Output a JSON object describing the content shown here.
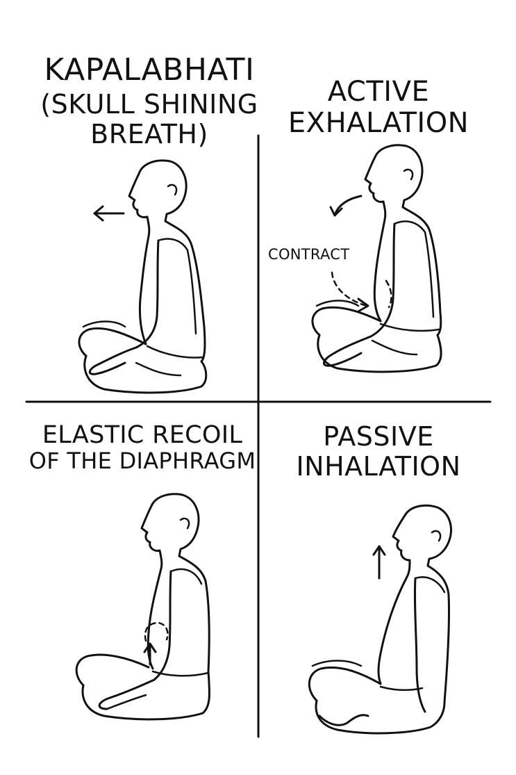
{
  "panels": {
    "top_left": {
      "title_lines": [
        "KAPALABHATI",
        "(SKULL SHINING",
        "BREATH)"
      ]
    },
    "top_right": {
      "title_lines": [
        "ACTIVE",
        "EXHALATION"
      ],
      "annotation": "CONTRACT"
    },
    "bottom_left": {
      "title_lines": [
        "ELASTIC RECOIL",
        "OF THE DIAPHRAGM"
      ]
    },
    "bottom_right": {
      "title_lines": [
        "PASSIVE",
        "INHALATION"
      ]
    }
  },
  "icons": {
    "breath_out": "arrow-left-icon",
    "exhale_curve": "curved-arrow-icon",
    "contract": "dashed-curved-arrow-icon",
    "recoil": "arrow-up-icon",
    "inhale": "arrow-up-icon"
  }
}
